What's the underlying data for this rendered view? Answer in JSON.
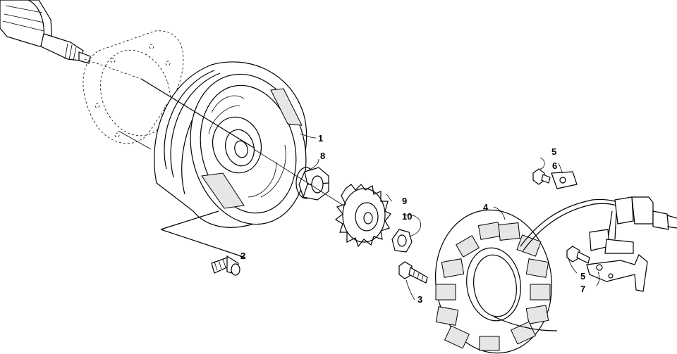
{
  "callouts": {
    "flywheel": "1",
    "flywheel_bolt": "2",
    "stator_bolt": "3",
    "stator": "4",
    "screw_upper": "5",
    "clamp_upper": "6",
    "screw_lower": "5",
    "bracket": "7",
    "nut_large": "8",
    "gear": "9",
    "nut_small": "10"
  }
}
